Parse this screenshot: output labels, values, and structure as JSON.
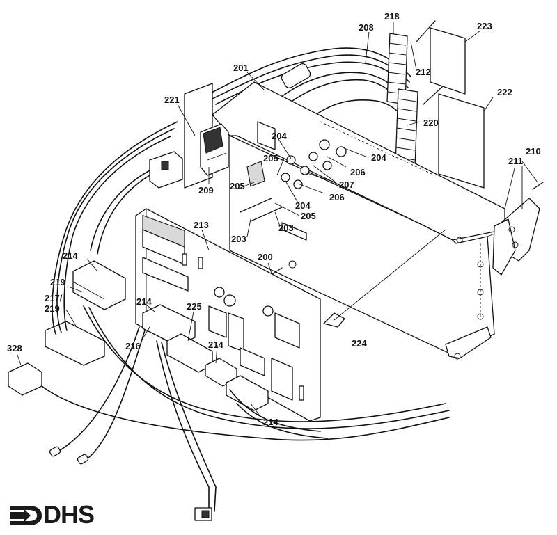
{
  "labels": {
    "l200": "200",
    "l201": "201",
    "l203a": "203",
    "l203b": "203",
    "l204a": "204",
    "l204b": "204",
    "l204c": "204",
    "l205a": "205",
    "l205b": "205",
    "l205c": "205",
    "l206a": "206",
    "l206b": "206",
    "l207": "207",
    "l208": "208",
    "l209": "209",
    "l210": "210",
    "l211": "211",
    "l212": "212",
    "l213": "213",
    "l214a": "214",
    "l214b": "214",
    "l214c": "214",
    "l214d": "214",
    "l216": "216",
    "l217": "217/",
    "l219a": "219",
    "l219b": "219",
    "l218": "218",
    "l220": "220",
    "l221": "221",
    "l222": "222",
    "l223": "223",
    "l224": "224",
    "l225": "225",
    "l328": "328"
  },
  "logo": {
    "text": "DHS",
    "icon": "arrow-logo-icon"
  }
}
